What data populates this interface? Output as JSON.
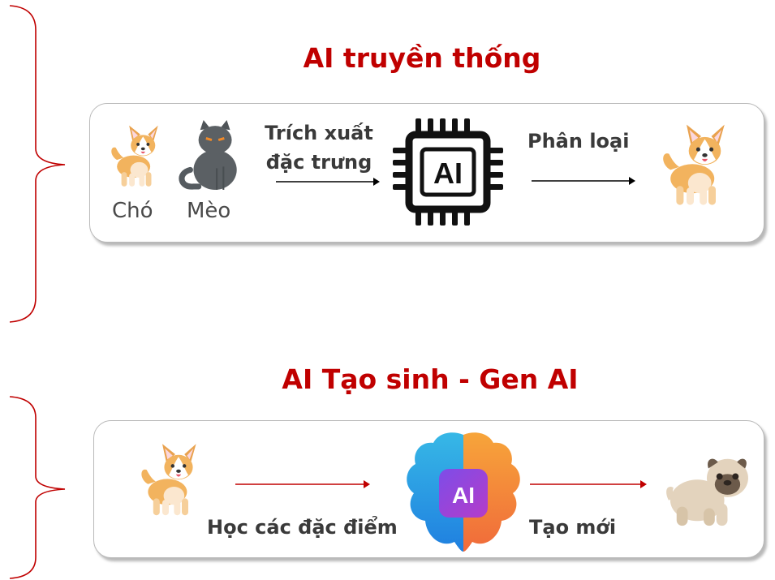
{
  "sections": [
    {
      "title": "AI truyền thống",
      "inputs": [
        "Chó",
        "Mèo"
      ],
      "step1": "Trích xuất\nđặc trưng",
      "center_icon": "ai-chip-icon",
      "step2": "Phân loại",
      "output_icon": "corgi-dog-icon"
    },
    {
      "title": "AI Tạo sinh - Gen AI",
      "input_icon": "corgi-dog-icon",
      "step1": "Học các đặc điểm",
      "center_icon": "ai-brain-icon",
      "step2": "Tạo mới",
      "output_icon": "pug-dog-icon"
    }
  ],
  "colors": {
    "title": "#c00000",
    "brace": "#c00000",
    "arrow_traditional": "#000000",
    "arrow_gen": "#c00000"
  }
}
